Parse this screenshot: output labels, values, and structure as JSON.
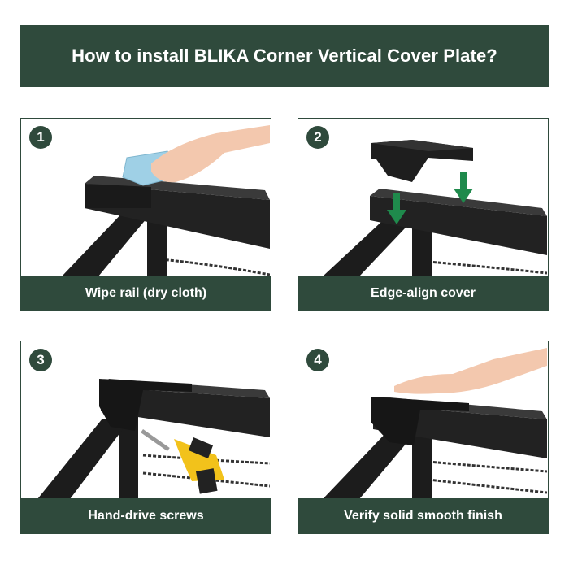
{
  "header": {
    "title": "How to install BLIKA Corner Vertical Cover Plate?"
  },
  "colors": {
    "brand": "#2f4a3c",
    "metal": "#1c1c1c",
    "arrow": "#1f8a4c",
    "cloth": "#9fd0e6",
    "drill": "#f2c21b",
    "skin": "#f3c8ae"
  },
  "steps": [
    {
      "number": "1",
      "caption": "Wipe rail (dry cloth)"
    },
    {
      "number": "2",
      "caption": "Edge-align cover"
    },
    {
      "number": "3",
      "caption": "Hand-drive screws"
    },
    {
      "number": "4",
      "caption": "Verify solid smooth finish"
    }
  ]
}
